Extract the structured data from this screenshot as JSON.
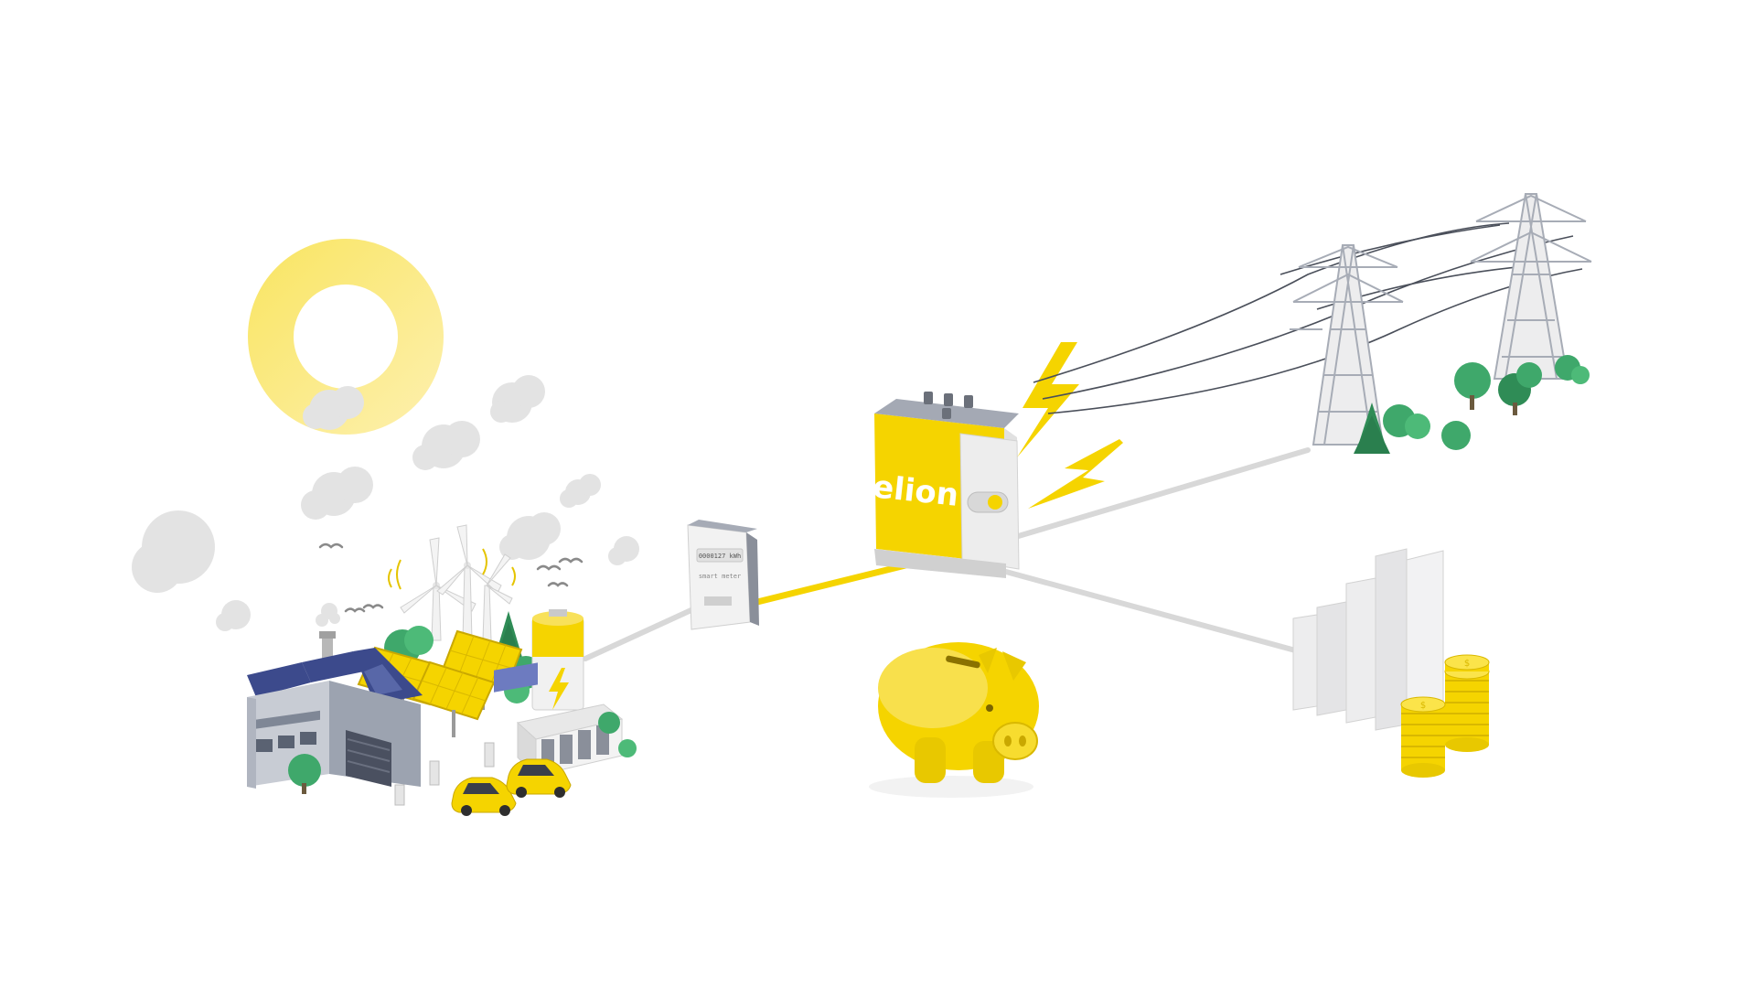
{
  "brand": {
    "logo_text": "elion"
  },
  "meter": {
    "reading": "0000127 kWh",
    "sub_label": "smart meter"
  },
  "colors": {
    "accent_yellow": "#F5D400",
    "light_yellow": "#FDEB8C",
    "grid_gray": "#D6D6D6",
    "dark_gray": "#4A4F5A",
    "solar_blue": "#3C4A8C",
    "tree_green": "#3FA86B"
  },
  "icons": {
    "sun": "sun-ring-icon",
    "factory": "factory-icon",
    "wind_turbine": "wind-turbine-icon",
    "solar_panel": "solar-panel-icon",
    "battery": "battery-icon",
    "ev_car": "electric-car-icon",
    "meter": "smart-meter-icon",
    "inverter": "elion-box-icon",
    "lightning": "lightning-bolt-icon",
    "pylon": "transmission-tower-icon",
    "piggy_bank": "piggy-bank-icon",
    "bar_chart": "bar-chart-icon",
    "coins": "coin-stack-icon"
  }
}
